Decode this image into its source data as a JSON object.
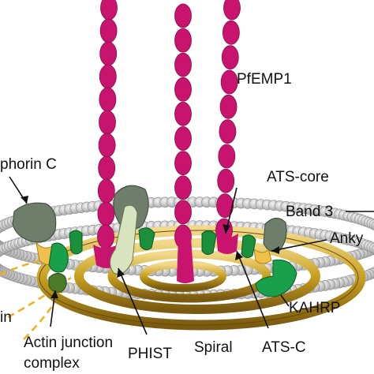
{
  "labels": {
    "pfemp1": "PfEMP1",
    "glycophorin": "phorin C",
    "ats_core": "ATS-core",
    "band3": "Band 3",
    "ankyrin": "Anky",
    "kahrp": "KAHRP",
    "ats_c": "ATS-C",
    "spiral": "Spiral",
    "phist": "PHIST",
    "actin_junction_line1": "Actin junction",
    "actin_junction_line2": "complex",
    "spectrin_fragment": "in"
  },
  "colors": {
    "pfemp1": "#c8146e",
    "membrane_head": "#c8c8c8",
    "glycophorin": "#6e7e6a",
    "band3": "#1a8f3c",
    "kahrp": "#18a04a",
    "ankyrin": "#f0c04a",
    "spiral": "#c8a020",
    "phist": "#d8e4c0",
    "actin": "#4a7a2a",
    "spectrin": "#f0b020"
  }
}
